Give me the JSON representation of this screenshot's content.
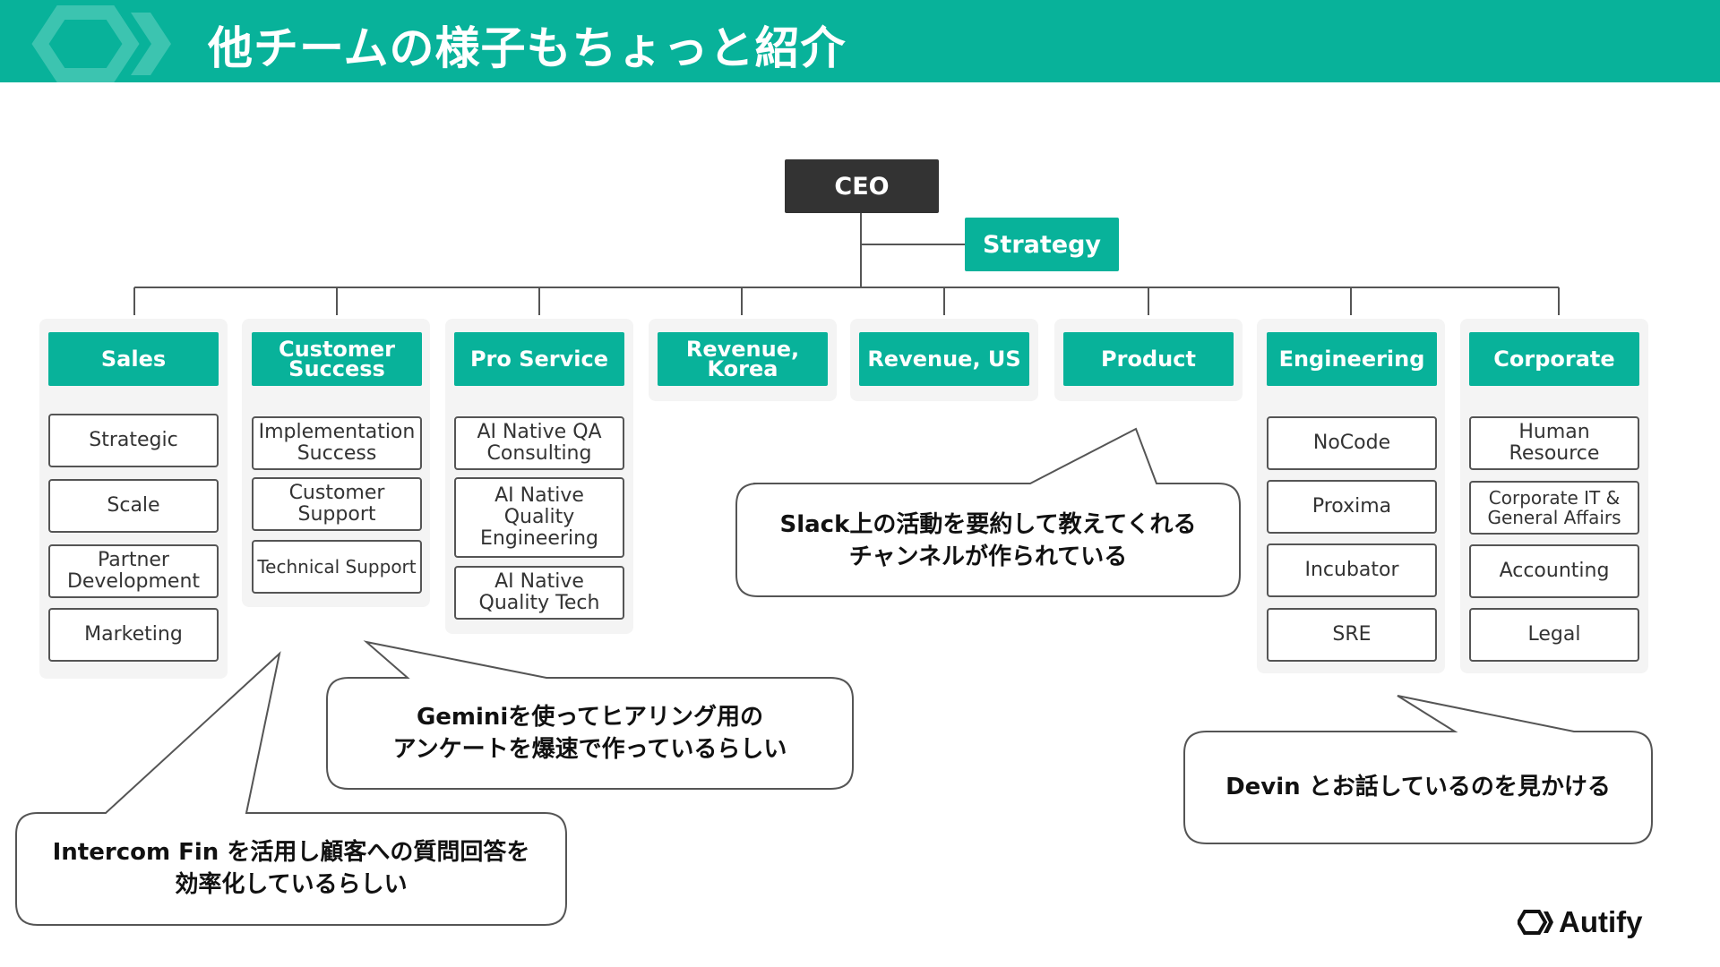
{
  "header": {
    "title": "他チームの様子もちょっと紹介",
    "bg_color": "#08b29a"
  },
  "org": {
    "ceo": "CEO",
    "strategy": "Strategy",
    "departments": [
      {
        "label": "Sales",
        "children": [
          "Strategic",
          "Scale",
          "Partner Development",
          "Marketing"
        ]
      },
      {
        "label": "Customer Success",
        "children": [
          "Implementation Success",
          "Customer Support",
          "Technical Support"
        ]
      },
      {
        "label": "Pro Service",
        "children": [
          "AI Native QA Consulting",
          "AI Native Quality Engineering",
          "AI Native Quality Tech"
        ]
      },
      {
        "label": "Revenue, Korea",
        "children": []
      },
      {
        "label": "Revenue, US",
        "children": []
      },
      {
        "label": "Product",
        "children": []
      },
      {
        "label": "Engineering",
        "children": [
          "NoCode",
          "Proxima",
          "Incubator",
          "SRE"
        ]
      },
      {
        "label": "Corporate",
        "children": [
          "Human Resource",
          "Corporate IT & General Affairs",
          "Accounting",
          "Legal"
        ]
      }
    ]
  },
  "callouts": {
    "slack": [
      "Slack上の活動を要約して教えてくれる",
      "チャンネルが作られている"
    ],
    "gemini": [
      "Geminiを使ってヒアリング用の",
      "アンケートを爆速で作っているらしい"
    ],
    "intercom": [
      "Intercom Fin を活用し顧客への質問回答を",
      "効率化しているらしい"
    ],
    "devin": [
      "Devin とお話しているのを見かける"
    ]
  },
  "brand": {
    "name": "Autify"
  }
}
